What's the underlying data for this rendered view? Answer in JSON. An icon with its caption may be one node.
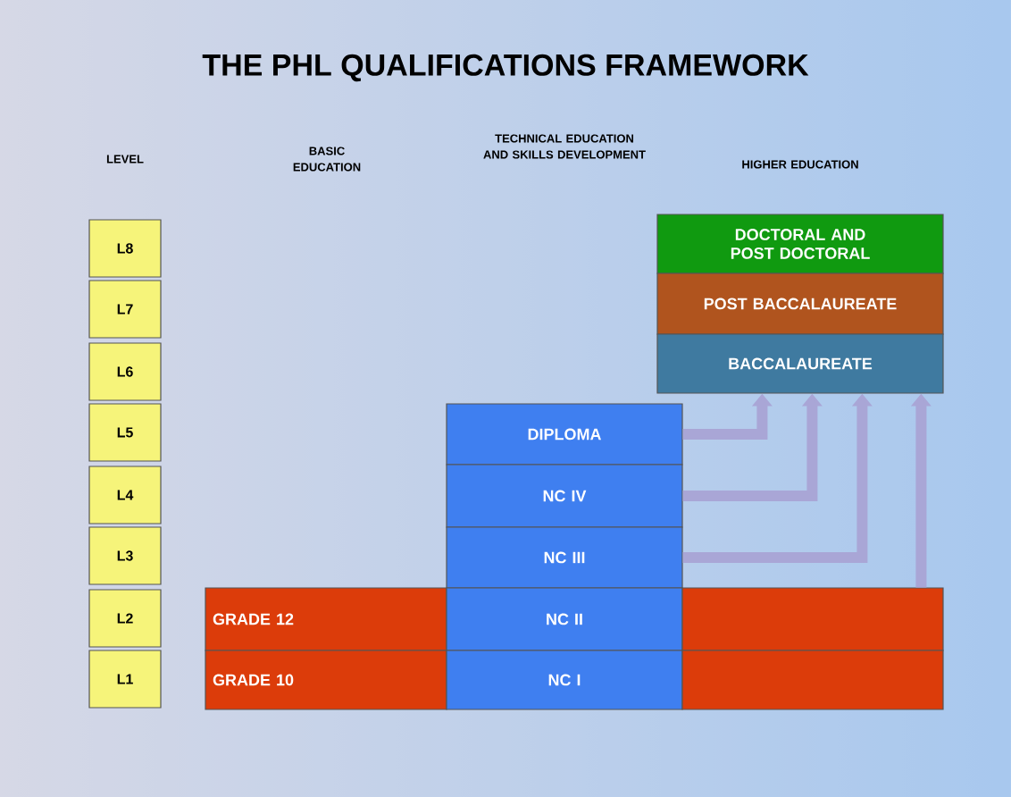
{
  "diagram": {
    "title": "THE PHL QUALIFICATIONS FRAMEWORK",
    "nodes": [
      {
        "text": [
          "L8"
        ]
      },
      {
        "text": [
          "L7"
        ]
      },
      {
        "text": [
          "L6"
        ]
      },
      {
        "text": [
          "L5"
        ]
      },
      {
        "text": [
          "L4"
        ]
      },
      {
        "text": [
          "L3"
        ]
      },
      {
        "text": [
          "L2"
        ]
      },
      {
        "text": [
          "L1"
        ]
      },
      {
        "text": [
          "DOCTORAL AND POST DOCTORAL"
        ]
      },
      {
        "text": [
          "POST BACCALAUREATE"
        ]
      },
      {
        "text": [
          "BACCALAUREATE"
        ]
      },
      {
        "text": [
          "DIPLOMA"
        ]
      },
      {
        "text": [
          "NC IV"
        ]
      },
      {
        "text": [
          "NC III"
        ]
      },
      {
        "text": [
          "GRADE 12"
        ]
      },
      {
        "text": [
          "NC II"
        ]
      },
      {
        "text": [],
        "shape": "bar"
      },
      {
        "text": [
          "GRADE 10"
        ]
      },
      {
        "text": [
          "NC I"
        ]
      },
      {
        "text": [],
        "shape": "bar"
      }
    ],
    "edges": [
      {
        "from": 11,
        "to": 10,
        "arrow": "to"
      },
      {
        "from": 12,
        "to": 10,
        "arrow": "to"
      },
      {
        "from": 13,
        "to": 10,
        "arrow": "to"
      },
      {
        "from": 16,
        "to": 10,
        "arrow": "to"
      }
    ],
    "labels": [
      "LEVEL",
      "BASIC EDUCATION",
      "TECHNICAL EDUCATION AND SKILLS DEVELOPMENT",
      "HIGHER EDUCATION"
    ]
  }
}
